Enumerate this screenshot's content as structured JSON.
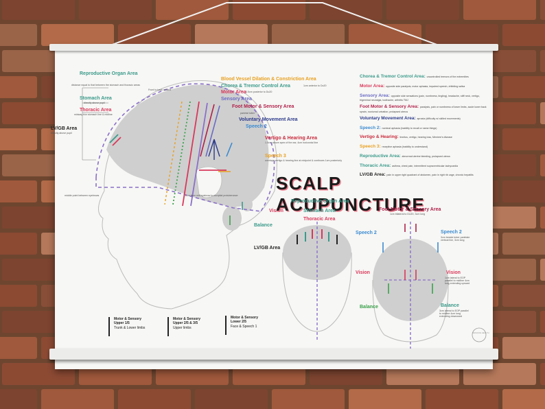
{
  "poster": {
    "title": "SCALP ACUPUNCTURE",
    "side_labels": {
      "reproductive": {
        "label": "Reproductive Organ Area",
        "sub": "distance equal to that between the stomach and thoracic areas"
      },
      "stomach": {
        "label": "Stomach Area",
        "sub": "directly above pupil"
      },
      "thoracic": {
        "label": "Thoracic Area",
        "sub": "midway b/w stomach line & midline"
      },
      "lvgb": {
        "label": "LV/GB Area",
        "sub": "directly above pupil"
      },
      "blood_vessel": {
        "label": "Blood Vessel Dilation & Constriction Area"
      },
      "chorea": {
        "label": "Chorea & Tremor Control Area",
        "sub": "1cm anterior to Du20"
      },
      "motor": {
        "label": "Motor Area",
        "sub": "0.5cm posterior to Du20"
      },
      "sensory": {
        "label": "Sensory Area"
      },
      "foot_motor": {
        "label": "Foot Motor & Sensory Area"
      },
      "voluntary": {
        "label": "Voluntary Movement Area"
      },
      "speech2": {
        "label": "Speech 2"
      },
      "vertigo": {
        "label": "Vertigo & Hearing Area",
        "sub": "1.5cm above apex of the ear, 4cm horizontal line"
      },
      "speech3": {
        "label": "Speech 3",
        "sub": "overlaps vertigo & hearing line at midpoint & continues 1cm posteriorly"
      },
      "vision": {
        "label": "Vision"
      },
      "balance": {
        "label": "Balance"
      },
      "front_midline": {
        "label": "Front to back midline"
      },
      "parietal": {
        "label": "parietal tuber"
      },
      "eyebrow_line": {
        "label": "Line from mid eyebrow to occipital protuberance"
      },
      "midpoint": {
        "label": "middle point between eyebrows"
      }
    },
    "right_list": [
      {
        "name": "Chorea & Tremor Control Area:",
        "desc": "uncontrolled tremors of the extremities",
        "color": "#3a9a8a"
      },
      {
        "name": "Motor Area:",
        "desc": "opposite side paralysis, motor aphasia, impaired speech, dribbling saliva",
        "color": "#d8385a"
      },
      {
        "name": "Sensory Area:",
        "desc": "opposite side sensations (pain, numbness, tingling), headache, stiff neck, vertigo, trigeminal neuralgia, toothache, arthritis TMJ",
        "color": "#6b6bc4"
      },
      {
        "name": "Foot Motor & Sensory Area:",
        "desc": "paralysis, pain or numbness of lower limbs, acute lower back sprain, nocturnal urination, prolapsed uterus",
        "color": "#b0204a"
      },
      {
        "name": "Voluntary Movement Area:",
        "desc": "apraxia (difficulty w/ skilled movements)",
        "color": "#2b3a8a"
      },
      {
        "name": "Speech 2:",
        "desc": "nominal aphasia (inability to recall or name things)",
        "color": "#3a8ad0"
      },
      {
        "name": "Vertigo & Hearing:",
        "desc": "tinnitus, vertigo, hearing loss, Meniere's disease",
        "color": "#c8283a"
      },
      {
        "name": "Speech 3:",
        "desc": "receptive aphasia (inability to understand)",
        "color": "#e8a020"
      },
      {
        "name": "Reproductive Area:",
        "desc": "abnormal uterine bleeding, prolapsed uterus",
        "color": "#3a9a8a"
      },
      {
        "name": "Thoracic Area:",
        "desc": "asthma, chest pain, intermittent supraventricular tachycardia",
        "color": "#3a9a8a"
      },
      {
        "name": "LV/GB Area:",
        "desc": "pain in upper right quadrant of abdomen, pain in right rib cage, chronic hepatitis",
        "color": "#222222"
      }
    ],
    "front": {
      "reproductive": "Reproductive Organ Area",
      "stomach": "Stomach Area",
      "thoracic": "Thoracic Area",
      "lvgb": "LV/GB Area"
    },
    "back": {
      "foot_motor": "Foot Motor & Sensory Area",
      "foot_motor_sub": "1cm bilateral to DU20, 3cm long",
      "speech2_left": "Speech 2",
      "speech2_right": "Speech 2",
      "speech2_sub": "3cm beside tuber parietale vertical line, 3cm long",
      "vision_left": "Vision",
      "vision_right": "Vision",
      "vision_sub": "1cm lateral to EOP parallel to midline 4cm long extending upward",
      "balance_left": "Balance",
      "balance_right": "Balance",
      "balance_sub": "3cm lateral to EOP parallel to midline 4cm long extending downward"
    },
    "legend": [
      {
        "title": "Motor & Sensory",
        "part": "Upper 1/5",
        "desc": "Trunk & Lower limbs"
      },
      {
        "title": "Motor & Sensory",
        "part": "Upper 2/5 & 3/5",
        "desc": "Upper limbs"
      },
      {
        "title": "Motor & Sensory",
        "part": "Lower 2/5",
        "desc": "Face & Speech 1"
      }
    ],
    "logo_text": "RESOLVE HEALTH"
  },
  "colors": {
    "teal": "#3a9a8a",
    "red": "#d8385a",
    "purple": "#8a6fc8",
    "orange": "#e8a020",
    "navy": "#2b3a8a",
    "blue": "#3a8ad0",
    "green": "#3aa04a",
    "head_gray": "#cfcfcf"
  }
}
